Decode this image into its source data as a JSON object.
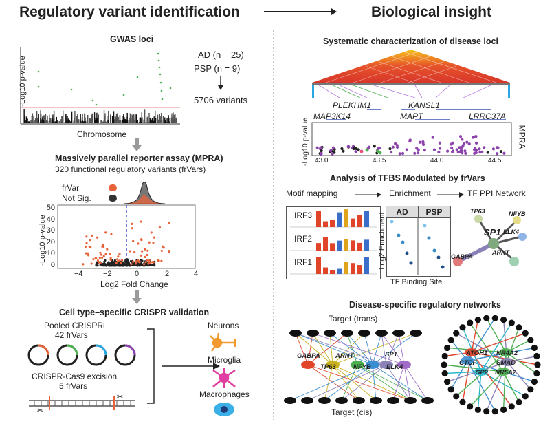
{
  "header": {
    "left_title": "Regulatory variant identification",
    "right_title": "Biological insight"
  },
  "gwas": {
    "title": "GWAS loci",
    "ylabel": "-Log10 p-value",
    "xlabel": "Chromosome",
    "ad_label": "AD (n = 25)",
    "psp_label": "PSP (n = 9)",
    "variants": "5706 variants"
  },
  "mpra": {
    "title": "Massively parallel reporter assay (MPRA)",
    "subtitle": "320 functional regulatory variants (frVars)",
    "legend_frvar": "frVar",
    "legend_notsig": "Not Sig.",
    "ylabel": "-Log10 p-value",
    "xlabel": "Log2 Fold Change",
    "yticks": [
      "50",
      "40",
      "30",
      "20",
      "10",
      "0"
    ],
    "xticks": [
      "−4",
      "−2",
      "0",
      "2",
      "4"
    ]
  },
  "crispr": {
    "title": "Cell type–specific CRISPR validation",
    "pooled": "Pooled CRISPRi",
    "pooled_n": "42 frVars",
    "excision": "CRISPR-Cas9 excision",
    "excision_n": "5 frVars",
    "cells": [
      "Neurons",
      "Microglia",
      "Macrophages"
    ]
  },
  "loci": {
    "title": "Systematic characterization of disease loci",
    "genes": [
      "PLEKHM1",
      "KANSL1",
      "MAP3K14",
      "MAPT",
      "LRRC37A"
    ],
    "ylabel": "-Log10 p-value",
    "side_label": "MPRA",
    "xticks": [
      "43.0",
      "43.5",
      "44.0",
      "44.5"
    ]
  },
  "tfbs": {
    "title": "Analysis of TFBS Modulated by frVars",
    "steps": [
      "Motif mapping",
      "Enrichment",
      "TF PPI Network"
    ],
    "motifs": [
      "IRF3",
      "IRF2",
      "IRF1"
    ],
    "panels": [
      "AD",
      "PSP"
    ],
    "ylabel": "Log2 Enrichment",
    "xlabel": "TF Binding Site",
    "ppi_nodes": [
      "TP63",
      "SP1",
      "NFYB",
      "ELK4",
      "GABPA",
      "ARNT"
    ]
  },
  "networks": {
    "title": "Disease-specific regulatory networks",
    "trans": "Target (trans)",
    "cis": "Target (cis)",
    "tfs": [
      "GABPA",
      "ARNT",
      "SP1",
      "TP63",
      "NFYB",
      "ELK4"
    ],
    "circle_tfs": [
      "ATOH1",
      "NR4A2",
      "CTCF",
      "SMAD",
      "SP2",
      "NR5A2"
    ]
  },
  "colors": {
    "frvar": "#e8623a",
    "notsig": "#222222",
    "gwas_hit": "#4caf50",
    "arrow_gray": "#9a9a9a"
  }
}
